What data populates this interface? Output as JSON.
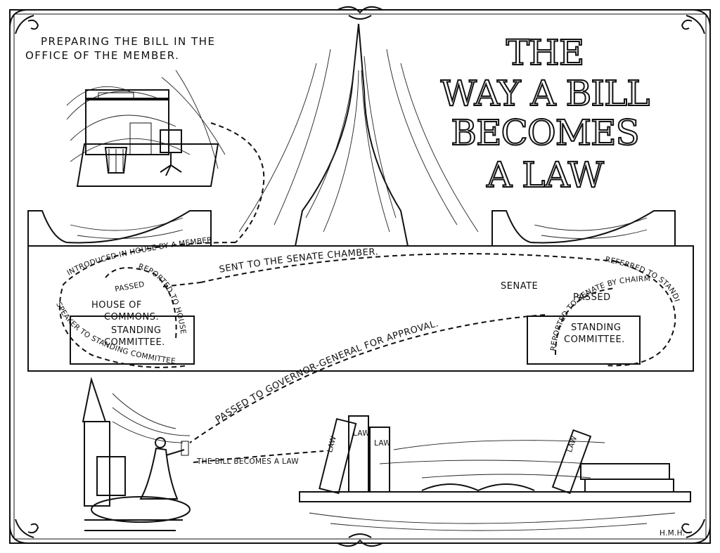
{
  "title": {
    "line1": "THE",
    "line2": "WAY A BILL",
    "line3": "BECOMES",
    "line4": "A LAW"
  },
  "office_caption": {
    "line1": "PREPARING THE BILL IN THE",
    "line2": "OFFICE OF THE MEMBER."
  },
  "house": {
    "name_line1": "HOUSE OF",
    "name_line2": "COMMONS.",
    "committee_line1": "STANDING",
    "committee_line2": "COMMITTEE.",
    "passed": "PASSED",
    "introduced": "INTRODUCED IN HOUSE BY A MEMBER",
    "speaker": "SPEAKER TO STANDING COMMITTEE",
    "reported": "REPORTED TO HOUSE BY COMMITTEE"
  },
  "senate": {
    "name": "SENATE",
    "committee_line1": "STANDING",
    "committee_line2": "COMMITTEE.",
    "passed": "PASSED",
    "referred": "REFERRED TO STANDING COMMITTEE",
    "reported": "REPORTED TO SENATE BY CHAIRMAN OF COMMITTEE"
  },
  "flow": {
    "sent_to_senate": "SENT TO THE SENATE CHAMBER.",
    "governor_approval": "PASSED TO GOVERNOR-GENERAL FOR APPROVAL.",
    "becomes_law": "THE BILL BECOMES A LAW"
  },
  "books": {
    "spine": "LAW"
  },
  "signature": "H.M.H."
}
